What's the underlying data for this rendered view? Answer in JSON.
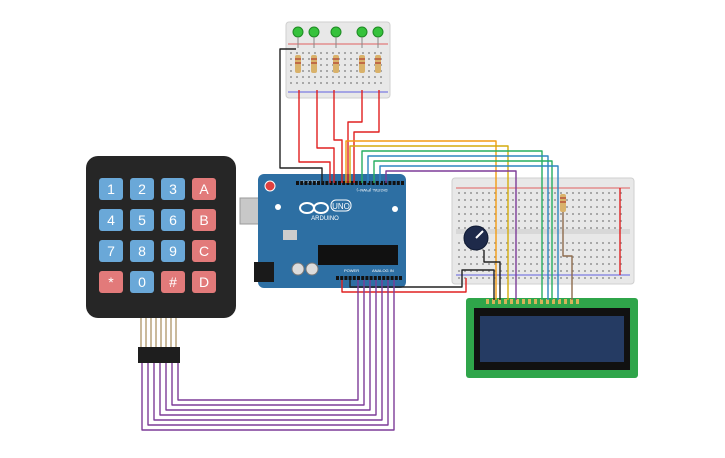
{
  "keypad": {
    "rows": [
      [
        "1",
        "2",
        "3",
        "A"
      ],
      [
        "4",
        "5",
        "6",
        "B"
      ],
      [
        "7",
        "8",
        "9",
        "C"
      ],
      [
        "*",
        "0",
        "#",
        "D"
      ]
    ]
  },
  "arduino": {
    "logo_text": "ARDUINO",
    "model_text": "UNO",
    "digital_header": "DIGITAL (PWM~)",
    "power_header": "POWER",
    "analog_header": "ANALOG IN",
    "aref_label": "AREF",
    "gnd_label": "GND"
  },
  "colors": {
    "wire_purple": "#7d3c98",
    "wire_red": "#e02020",
    "wire_black": "#222222",
    "wire_orange": "#f39c12",
    "wire_yellow": "#d4ac0d",
    "wire_green": "#27ae60",
    "wire_blue": "#2e86c1",
    "board_blue": "#2d6fa3",
    "lcd_green": "#2fa54a",
    "lcd_screen": "#253b63",
    "key_blue": "#6aa8d8",
    "key_red": "#e27a7a",
    "led_green": "#36c23c"
  }
}
